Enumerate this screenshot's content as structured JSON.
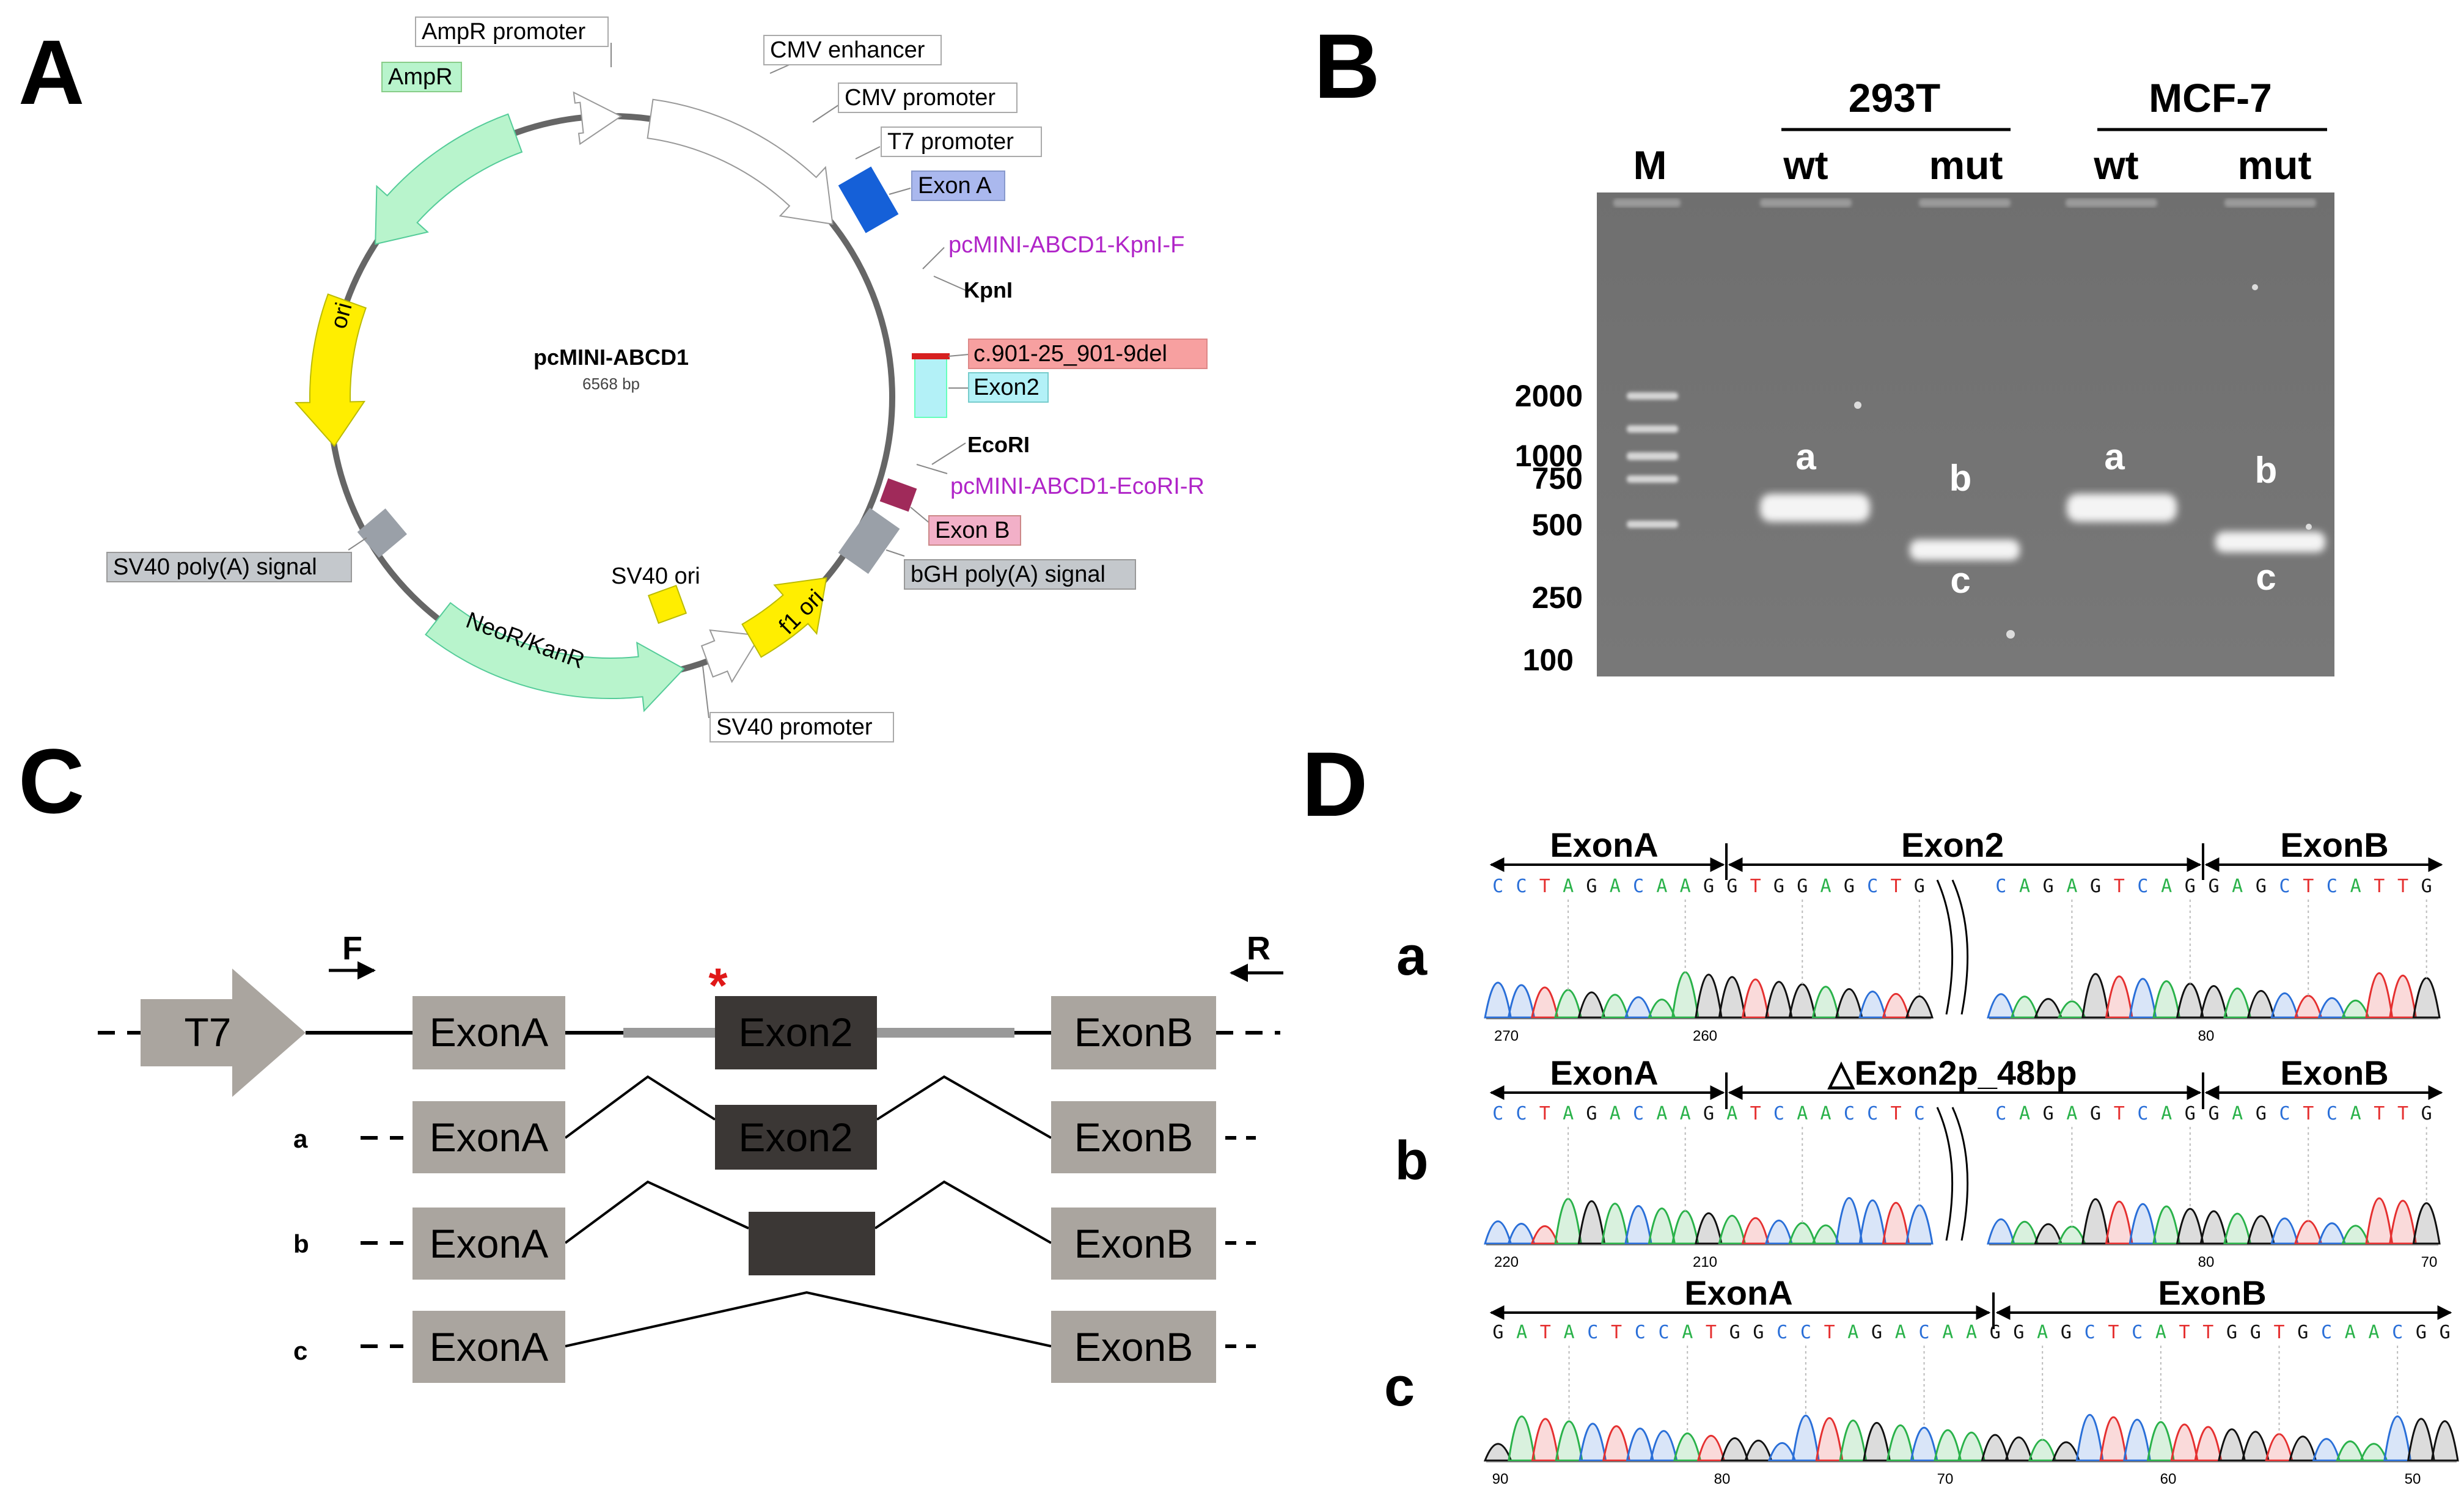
{
  "panels": {
    "a": "A",
    "b": "B",
    "c": "C",
    "d": "D"
  },
  "plasmid": {
    "name": "pcMINI-ABCD1",
    "size": "6568 bp",
    "features": {
      "ampr_promoter": "AmpR promoter",
      "cmv_enhancer": "CMV enhancer",
      "cmv_promoter": "CMV promoter",
      "t7_promoter": "T7 promoter",
      "exon_a": "Exon A",
      "kpn_primer": "pcMINI-ABCD1-KpnI-F",
      "kpni": "KpnI",
      "deletion": "c.901-25_901-9del",
      "exon2": "Exon2",
      "ecori": "EcoRI",
      "ecor_primer": "pcMINI-ABCD1-EcoRI-R",
      "exon_b": "Exon B",
      "bgh": "bGH poly(A) signal",
      "f1ori": "f1 ori",
      "sv40_ori": "SV40 ori",
      "sv40_promoter": "SV40 promoter",
      "neor": "NeoR/KanR",
      "sv40_polya": "SV40 poly(A) signal",
      "ori": "ori",
      "ampr": "AmpR"
    }
  },
  "gel": {
    "groups": [
      "293T",
      "MCF-7"
    ],
    "lanes": [
      "M",
      "wt",
      "mut",
      "wt",
      "mut"
    ],
    "ladder": [
      "2000",
      "1000",
      "750",
      "500",
      "250",
      "100"
    ],
    "bands": {
      "a1": "a",
      "b1": "b",
      "c1": "c",
      "a2": "a",
      "b2": "b",
      "c2": "c"
    }
  },
  "splicing": {
    "t7": "T7",
    "primer_f": "F",
    "primer_r": "R",
    "star": "*",
    "exon_a": "ExonA",
    "exon2": "Exon2",
    "exon_b": "ExonB",
    "rows": [
      "a",
      "b",
      "c"
    ]
  },
  "chromatograms": {
    "rows": [
      "a",
      "b",
      "c"
    ],
    "a": {
      "headers": [
        "ExonA",
        "Exon2",
        "ExonB"
      ],
      "seq_left": "CCTAGACAAGGTGGAGCTG",
      "seq_right": "CAGAGTCAGGAGCTCATTG",
      "ticks": [
        "270",
        "260",
        "80"
      ]
    },
    "b": {
      "headers": [
        "ExonA",
        "△Exon2p_48bp",
        "ExonB"
      ],
      "seq_left": "CCTAGACAAGATCAACCTC",
      "seq_right": "CAGAGTCAGGAGCTCATTG",
      "ticks": [
        "220",
        "210",
        "80",
        "70"
      ]
    },
    "c": {
      "headers": [
        "ExonA",
        "ExonB"
      ],
      "seq": "GATACTCCATGGCCTAGACAAGGAGCTCATTGGTGCAACGG",
      "ticks": [
        "90",
        "80",
        "70",
        "60",
        "50"
      ]
    }
  }
}
